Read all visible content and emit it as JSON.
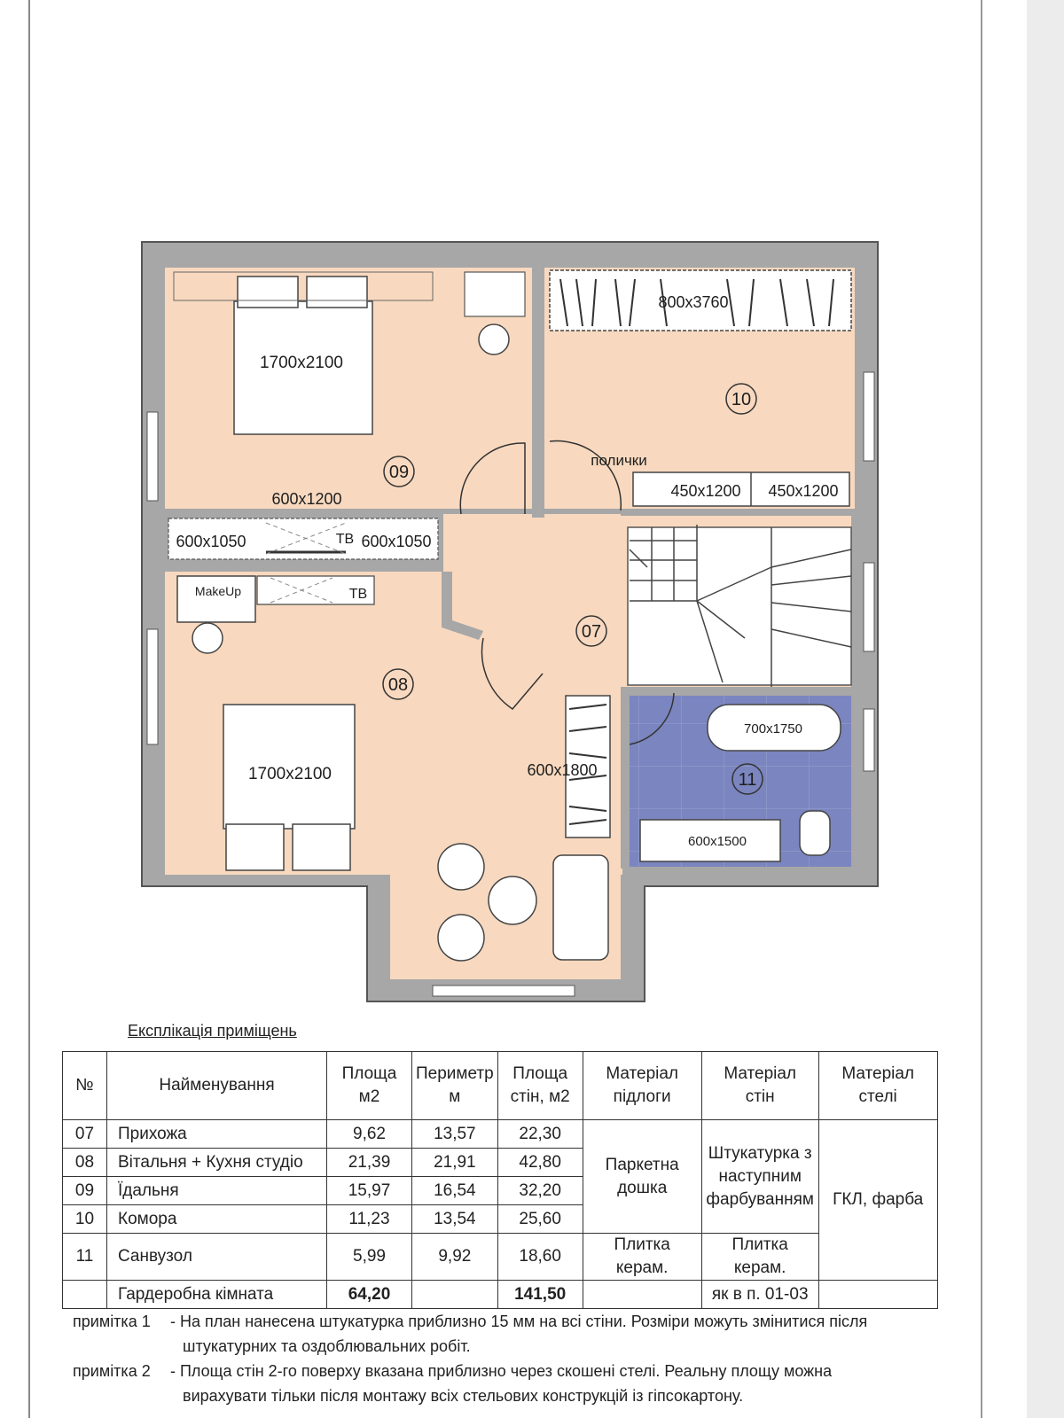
{
  "plan": {
    "room_numbers": [
      "07",
      "08",
      "09",
      "10",
      "11"
    ],
    "dims": {
      "bed_09": "1700x2100",
      "bed_08": "1700x2100",
      "wardrobe_10": "800x3760",
      "wardrobe_09": "600x1200",
      "cabinet_left": "600x1050",
      "cabinet_right": "600x1050",
      "shelf_a": "450x1200",
      "shelf_b": "450x1200",
      "wardrobe_hall": "600x1800",
      "bathtub": "700x1750",
      "vanity": "600x1500"
    },
    "labels": {
      "tv_top": "ТВ",
      "tv_bottom": "ТВ",
      "makeup": "MakeUp",
      "shelves": "полички"
    }
  },
  "explication": {
    "title": "Експлікація приміщень",
    "headers": {
      "num": "№",
      "name": "Найменування",
      "area_l1": "Площа",
      "area_l2": "м2",
      "perim_l1": "Периметр",
      "perim_l2": "м",
      "walls_l1": "Площа",
      "walls_l2": "стін, м2",
      "floor_l1": "Матеріал",
      "floor_l2": "підлоги",
      "wallmat_l1": "Матеріал",
      "wallmat_l2": "стін",
      "ceil_l1": "Матеріал",
      "ceil_l2": "стелі"
    },
    "rows": [
      {
        "num": "07",
        "name": "Прихожа",
        "area": "9,62",
        "perimeter": "13,57",
        "wall_area": "22,30"
      },
      {
        "num": "08",
        "name": "Вітальня + Кухня студіо",
        "area": "21,39",
        "perimeter": "21,91",
        "wall_area": "42,80"
      },
      {
        "num": "09",
        "name": "Їдальня",
        "area": "15,97",
        "perimeter": "16,54",
        "wall_area": "32,20"
      },
      {
        "num": "10",
        "name": "Комора",
        "area": "11,23",
        "perimeter": "13,54",
        "wall_area": "25,60"
      },
      {
        "num": "11",
        "name": "Санвузол",
        "area": "5,99",
        "perimeter": "9,92",
        "wall_area": "18,60"
      },
      {
        "num": "",
        "name": "Гардеробна кімната",
        "area": "64,20",
        "perimeter": "",
        "wall_area": "141,50"
      }
    ],
    "merged": {
      "floor_main_l1": "Паркетна",
      "floor_main_l2": "дошка",
      "wall_main_l1": "Штукатурка з",
      "wall_main_l2": "наступним",
      "wall_main_l3": "фарбуванням",
      "ceiling": "ГКЛ, фарба",
      "floor_bath": "Плитка керам.",
      "wall_bath": "Плитка керам.",
      "wall_last": "як в п. 01-03"
    }
  },
  "notes": [
    {
      "label": "примітка 1",
      "line1": "- На план нанесена штукатурка приблизно 15 мм на всі стіни. Розміри можуть змінитися після",
      "line2": "штукатурних та оздоблювальних робіт."
    },
    {
      "label": "примітка 2",
      "line1": "- Площа стін 2-го поверху вказана приблизно через скошені стелі. Реальну площу можна",
      "line2": "вирахувати тільки після монтажу всіх стельових конструкцій із гіпсокартону."
    }
  ],
  "colors": {
    "wall": "#a7a7a7",
    "floor": "#f8d9bf",
    "bath_tile": "#7b85bf"
  }
}
